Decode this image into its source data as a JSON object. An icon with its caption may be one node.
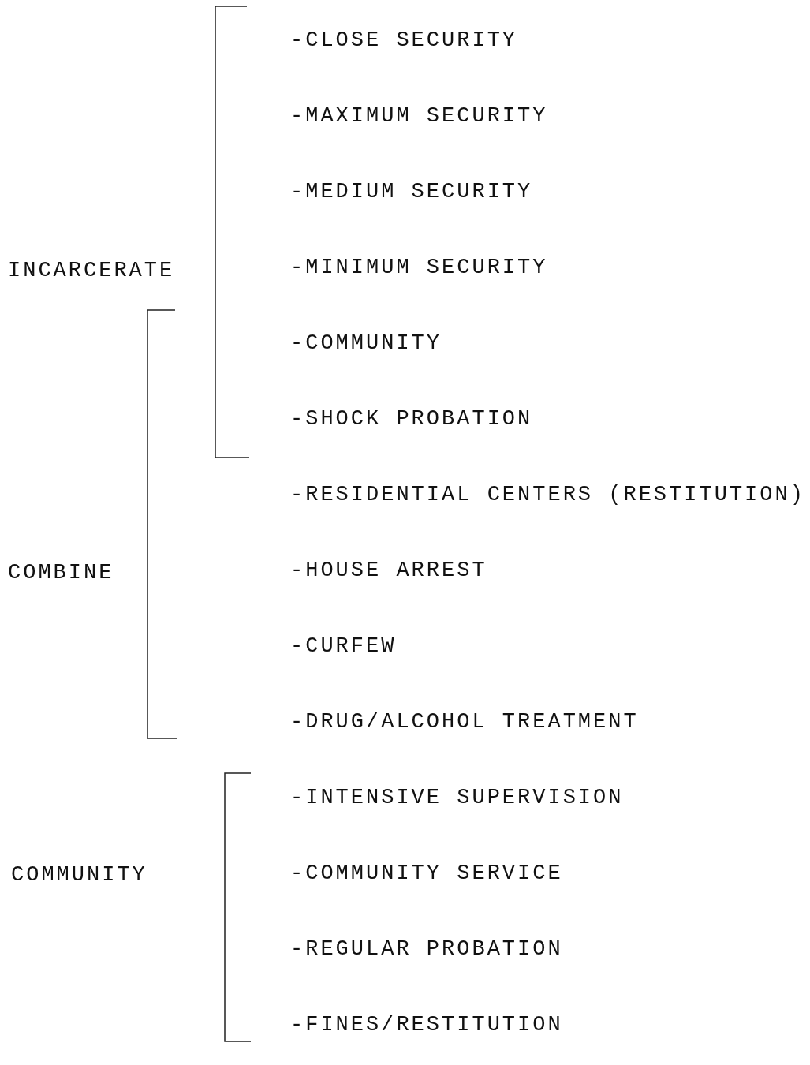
{
  "diagram": {
    "labels": [
      "-CLOSE SECURITY",
      "-MAXIMUM SECURITY",
      "-MEDIUM SECURITY",
      "INCARCERATE",
      "-MINIMUM SECURITY",
      "-COMMUNITY",
      "-SHOCK PROBATION",
      "-RESIDENTIAL CENTERS (RESTITUTION)",
      "COMBINE",
      "-HOUSE ARREST",
      "-CURFEW",
      "-DRUG/ALCOHOL TREATMENT",
      "-INTENSIVE SUPERVISION",
      "COMMUNITY",
      "-COMMUNITY SERVICE",
      "-REGULAR PROBATION",
      "-FINES/RESTITUTION"
    ]
  }
}
